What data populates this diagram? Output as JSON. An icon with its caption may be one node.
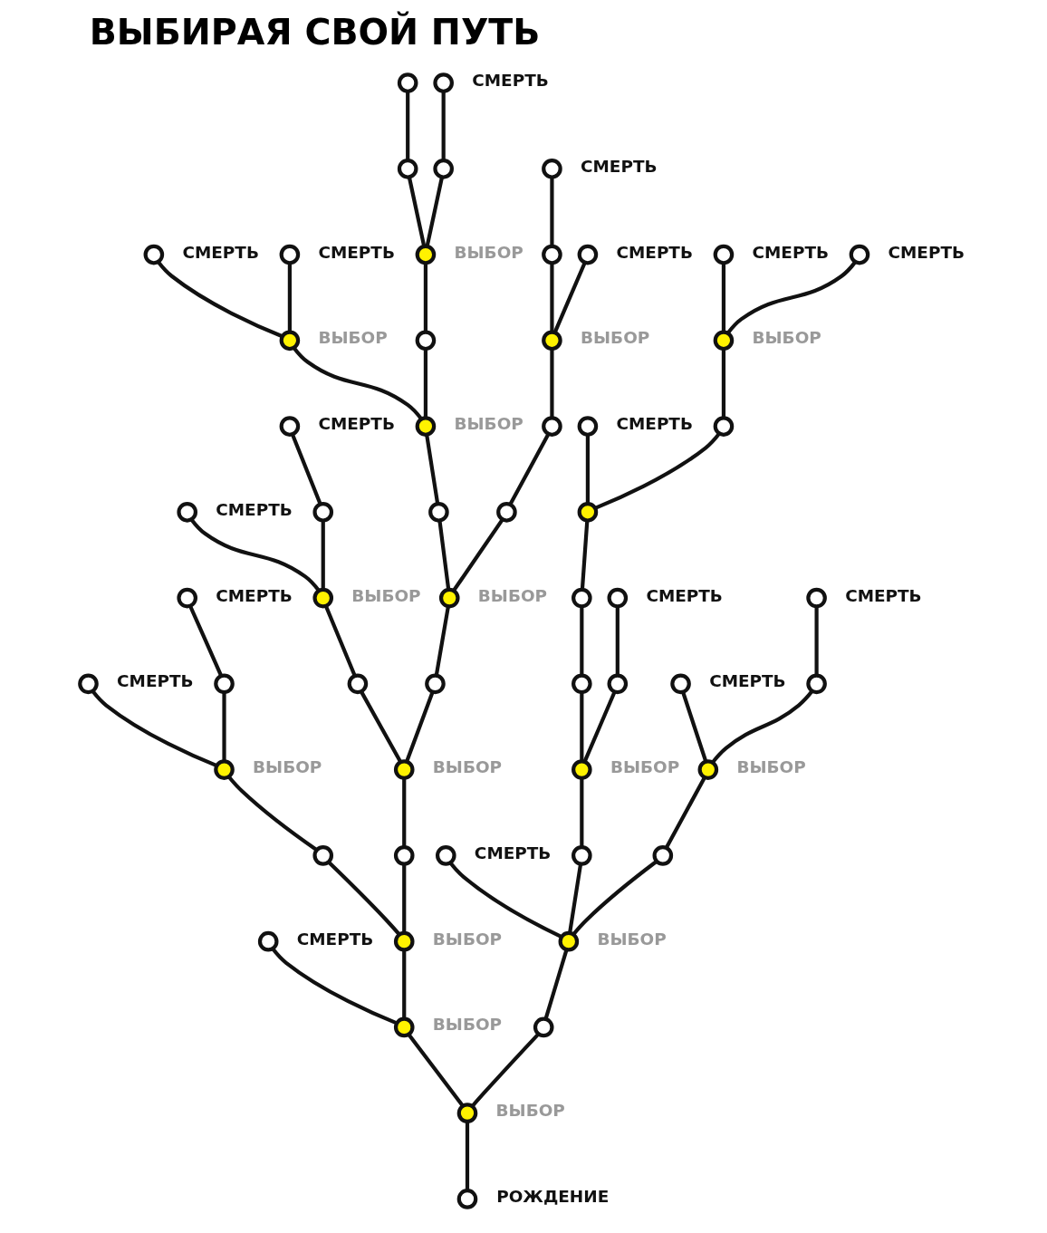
{
  "diagram": {
    "title": "ВЫБИРАЯ СВОЙ ПУТЬ",
    "nodes": [
      {
        "text": [],
        "shape": "circle",
        "beside": [
          "РОЖДЕНИЕ"
        ]
      },
      {
        "text": [],
        "shape": "circle",
        "beside": [
          "ВЫБОР"
        ]
      },
      {
        "text": [],
        "shape": "circle",
        "beside": [
          "ВЫБОР"
        ]
      },
      {
        "text": [],
        "shape": "circle",
        "beside": [
          "СМЕРТЬ"
        ]
      },
      {
        "text": [],
        "shape": "circle",
        "beside": [
          "ВЫБОР"
        ]
      },
      {
        "text": [],
        "shape": "circle"
      },
      {
        "text": [],
        "shape": "circle",
        "beside": [
          "ВЫБОР"
        ]
      },
      {
        "text": [],
        "shape": "circle",
        "beside": [
          "СМЕРТЬ"
        ]
      },
      {
        "text": [],
        "shape": "circle"
      },
      {
        "text": [],
        "shape": "circle",
        "beside": [
          "СМЕРТЬ"
        ]
      },
      {
        "text": [],
        "shape": "circle"
      },
      {
        "text": [],
        "shape": "circle",
        "beside": [
          "ВЫБОР"
        ]
      },
      {
        "text": [],
        "shape": "circle"
      },
      {
        "text": [],
        "shape": "circle",
        "beside": [
          "ВЫБОР"
        ]
      },
      {
        "text": [],
        "shape": "circle",
        "beside": [
          "СМЕРТЬ"
        ]
      },
      {
        "text": [],
        "shape": "circle"
      },
      {
        "text": [],
        "shape": "circle",
        "beside": [
          "СМЕРТЬ"
        ]
      },
      {
        "text": [],
        "shape": "circle"
      },
      {
        "text": [],
        "shape": "circle",
        "beside": [
          "ВЫБОР"
        ]
      },
      {
        "text": [],
        "shape": "circle"
      },
      {
        "text": [],
        "shape": "circle",
        "beside": [
          "ВЫБОР"
        ]
      },
      {
        "text": [],
        "shape": "circle",
        "beside": [
          "ВЫБОР"
        ]
      },
      {
        "text": [],
        "shape": "circle",
        "beside": [
          "СМЕРТЬ"
        ]
      },
      {
        "text": [],
        "shape": "circle",
        "beside": [
          "СМЕРТЬ"
        ]
      },
      {
        "text": [],
        "shape": "circle"
      },
      {
        "text": [],
        "shape": "circle",
        "beside": [
          "ВЫБОР"
        ]
      },
      {
        "text": [],
        "shape": "circle"
      },
      {
        "text": [],
        "shape": "circle"
      },
      {
        "text": [],
        "shape": "circle"
      },
      {
        "text": [],
        "shape": "circle",
        "beside": [
          "СМЕРТЬ"
        ]
      },
      {
        "text": [],
        "shape": "circle"
      },
      {
        "text": [],
        "shape": "circle"
      },
      {
        "text": [],
        "shape": "circle",
        "beside": [
          "ВЫБОР"
        ]
      },
      {
        "text": [],
        "shape": "circle"
      },
      {
        "text": [],
        "shape": "circle",
        "beside": [
          "СМЕРТЬ"
        ]
      },
      {
        "text": [],
        "shape": "circle",
        "beside": [
          "СМЕРТЬ"
        ]
      },
      {
        "text": [],
        "shape": "circle"
      },
      {
        "text": [],
        "shape": "circle",
        "beside": [
          "ВЫБОР"
        ]
      },
      {
        "text": [],
        "shape": "circle",
        "beside": [
          "СМЕРТЬ"
        ]
      },
      {
        "text": [],
        "shape": "circle"
      },
      {
        "text": [],
        "shape": "circle",
        "beside": [
          "ВЫБОР"
        ]
      },
      {
        "text": [],
        "shape": "circle"
      },
      {
        "text": [],
        "shape": "circle"
      },
      {
        "text": [],
        "shape": "circle"
      },
      {
        "text": [],
        "shape": "circle",
        "beside": [
          "СМЕРТЬ"
        ]
      },
      {
        "text": [],
        "shape": "circle"
      },
      {
        "text": [],
        "shape": "circle",
        "beside": [
          "ВЫБОР"
        ]
      },
      {
        "text": [],
        "shape": "circle",
        "beside": [
          "СМЕРТЬ"
        ]
      },
      {
        "text": [],
        "shape": "circle",
        "beside": [
          "СМЕРТЬ"
        ]
      },
      {
        "text": [],
        "shape": "circle"
      },
      {
        "text": [],
        "shape": "circle",
        "beside": [
          "СМЕРТЬ"
        ]
      },
      {
        "text": [],
        "shape": "circle"
      },
      {
        "text": [],
        "shape": "circle",
        "beside": [
          "ВЫБОР"
        ]
      },
      {
        "text": [],
        "shape": "circle",
        "beside": [
          "СМЕРТЬ"
        ]
      },
      {
        "text": [],
        "shape": "circle"
      },
      {
        "text": [],
        "shape": "circle",
        "beside": [
          "СМЕРТЬ"
        ]
      }
    ],
    "edges": [
      {
        "from": 0,
        "to": 1,
        "arrow": "none"
      },
      {
        "from": 1,
        "to": 2,
        "arrow": "none"
      },
      {
        "from": 2,
        "to": 3,
        "arrow": "none"
      },
      {
        "from": 2,
        "to": 4,
        "arrow": "none"
      },
      {
        "from": 4,
        "to": 5,
        "arrow": "none"
      },
      {
        "from": 5,
        "to": 6,
        "arrow": "none"
      },
      {
        "from": 6,
        "to": 7,
        "arrow": "none"
      },
      {
        "from": 6,
        "to": 8,
        "arrow": "none"
      },
      {
        "from": 8,
        "to": 9,
        "arrow": "none"
      },
      {
        "from": 4,
        "to": 10,
        "arrow": "none"
      },
      {
        "from": 10,
        "to": 11,
        "arrow": "none"
      },
      {
        "from": 11,
        "to": 12,
        "arrow": "none"
      },
      {
        "from": 12,
        "to": 13,
        "arrow": "none"
      },
      {
        "from": 13,
        "to": 14,
        "arrow": "none"
      },
      {
        "from": 13,
        "to": 15,
        "arrow": "none"
      },
      {
        "from": 15,
        "to": 16,
        "arrow": "none"
      },
      {
        "from": 11,
        "to": 17,
        "arrow": "none"
      },
      {
        "from": 17,
        "to": 18,
        "arrow": "none"
      },
      {
        "from": 18,
        "to": 19,
        "arrow": "none"
      },
      {
        "from": 19,
        "to": 20,
        "arrow": "none"
      },
      {
        "from": 20,
        "to": 21,
        "arrow": "none"
      },
      {
        "from": 21,
        "to": 22,
        "arrow": "none"
      },
      {
        "from": 21,
        "to": 23,
        "arrow": "none"
      },
      {
        "from": 20,
        "to": 24,
        "arrow": "none"
      },
      {
        "from": 24,
        "to": 25,
        "arrow": "none"
      },
      {
        "from": 25,
        "to": 26,
        "arrow": "none"
      },
      {
        "from": 26,
        "to": 27,
        "arrow": "none"
      },
      {
        "from": 25,
        "to": 28,
        "arrow": "none"
      },
      {
        "from": 28,
        "to": 29,
        "arrow": "none"
      },
      {
        "from": 18,
        "to": 30,
        "arrow": "none"
      },
      {
        "from": 30,
        "to": 31,
        "arrow": "none"
      },
      {
        "from": 31,
        "to": 32,
        "arrow": "none"
      },
      {
        "from": 32,
        "to": 33,
        "arrow": "none"
      },
      {
        "from": 33,
        "to": 34,
        "arrow": "none"
      },
      {
        "from": 32,
        "to": 35,
        "arrow": "none"
      },
      {
        "from": 1,
        "to": 36,
        "arrow": "none"
      },
      {
        "from": 36,
        "to": 37,
        "arrow": "none"
      },
      {
        "from": 37,
        "to": 38,
        "arrow": "none"
      },
      {
        "from": 37,
        "to": 39,
        "arrow": "none"
      },
      {
        "from": 39,
        "to": 40,
        "arrow": "none"
      },
      {
        "from": 40,
        "to": 41,
        "arrow": "none"
      },
      {
        "from": 41,
        "to": 42,
        "arrow": "none"
      },
      {
        "from": 42,
        "to": 43,
        "arrow": "none"
      },
      {
        "from": 43,
        "to": 44,
        "arrow": "none"
      },
      {
        "from": 43,
        "to": 45,
        "arrow": "none"
      },
      {
        "from": 45,
        "to": 46,
        "arrow": "none"
      },
      {
        "from": 46,
        "to": 47,
        "arrow": "none"
      },
      {
        "from": 46,
        "to": 48,
        "arrow": "none"
      },
      {
        "from": 40,
        "to": 49,
        "arrow": "none"
      },
      {
        "from": 49,
        "to": 50,
        "arrow": "none"
      },
      {
        "from": 37,
        "to": 51,
        "arrow": "none"
      },
      {
        "from": 51,
        "to": 52,
        "arrow": "none"
      },
      {
        "from": 52,
        "to": 53,
        "arrow": "none"
      },
      {
        "from": 52,
        "to": 54,
        "arrow": "none"
      },
      {
        "from": 54,
        "to": 55,
        "arrow": "none"
      }
    ]
  }
}
